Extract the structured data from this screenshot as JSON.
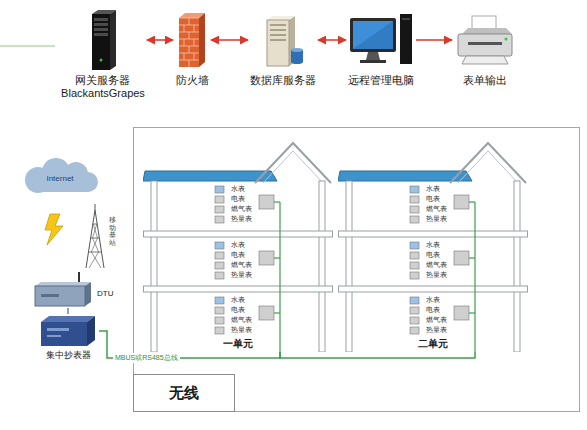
{
  "diagram": {
    "nodes": [
      {
        "text": [
          "网关服务器",
          "BlackantsGrapes"
        ]
      },
      {
        "text": [
          "防火墙"
        ]
      },
      {
        "text": [
          "数据库服务器"
        ]
      },
      {
        "text": [
          "远程管理电脑"
        ]
      },
      {
        "text": [
          "表单输出"
        ]
      },
      {
        "text": [
          "Internet"
        ]
      },
      {
        "text": [
          "移动基站"
        ]
      },
      {
        "text": [
          "DTU"
        ]
      },
      {
        "text": [
          "集中抄表器"
        ]
      },
      {
        "text": [
          "一单元"
        ]
      },
      {
        "text": [
          "二单元"
        ]
      },
      {
        "text": [
          "无线"
        ]
      }
    ],
    "edges": [
      {
        "from": 0,
        "to": 1,
        "arrow": "both"
      },
      {
        "from": 1,
        "to": 2,
        "arrow": "both"
      },
      {
        "from": 2,
        "to": 3,
        "arrow": "both"
      },
      {
        "from": 3,
        "to": 4,
        "arrow": "to"
      },
      {
        "from": 7,
        "to": 8,
        "arrow": "none"
      },
      {
        "from": 8,
        "to": 9,
        "label": "MBUS或RS485总线",
        "arrow": "none"
      },
      {
        "from": 9,
        "to": 10,
        "arrow": "none"
      }
    ],
    "labels": [
      "水表",
      "电表",
      "燃气表",
      "热量表",
      "水表",
      "电表",
      "燃气表",
      "热量表",
      "水表",
      "电表",
      "燃气表",
      "热量表",
      "水表",
      "电表",
      "燃气表",
      "热量表",
      "水表",
      "电表",
      "燃气表",
      "热量表",
      "水表",
      "电表",
      "燃气表",
      "热量表"
    ]
  }
}
